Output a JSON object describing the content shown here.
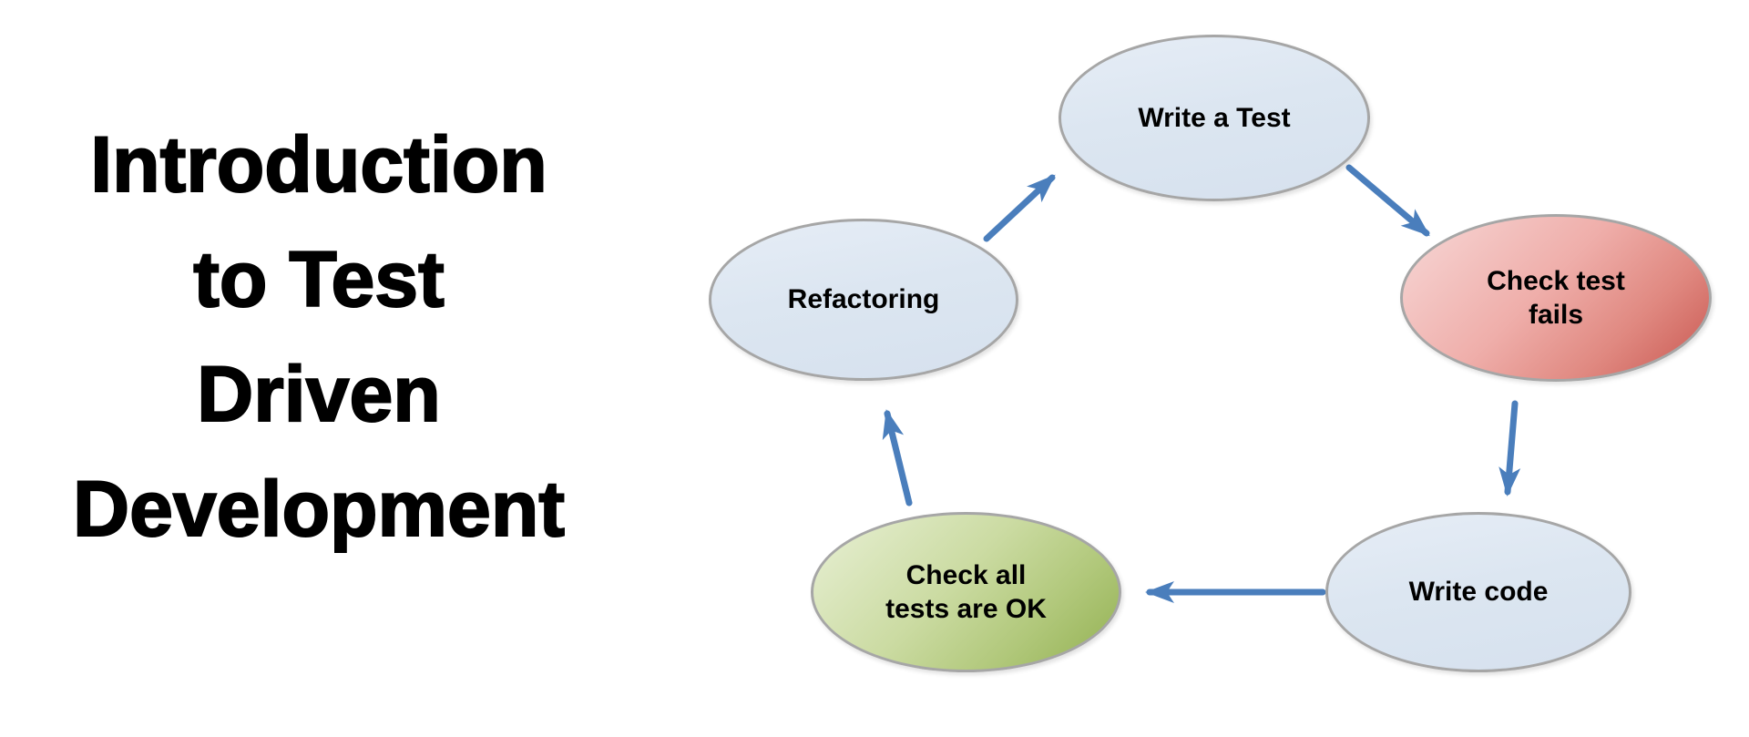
{
  "background": "#ffffff",
  "title": {
    "text": "Introduction to Test Driven Development",
    "lines": [
      "Introduction",
      "to Test",
      "Driven",
      "Development"
    ],
    "color": "#000000"
  },
  "diagram": {
    "type": "cycle",
    "nodes": [
      {
        "id": "write-a-test",
        "label": "Write a Test",
        "lines": [
          "Write a Test"
        ],
        "theme": "blue"
      },
      {
        "id": "check-test-fails",
        "label": "Check test fails",
        "lines": [
          "Check test",
          "fails"
        ],
        "theme": "red"
      },
      {
        "id": "write-code",
        "label": "Write code",
        "lines": [
          "Write code"
        ],
        "theme": "blue"
      },
      {
        "id": "check-all-tests-ok",
        "label": "Check all tests are OK",
        "lines": [
          "Check all",
          "tests are OK"
        ],
        "theme": "green"
      },
      {
        "id": "refactoring",
        "label": "Refactoring",
        "lines": [
          "Refactoring"
        ],
        "theme": "blue"
      }
    ],
    "edges": [
      {
        "from": "write-a-test",
        "to": "check-test-fails"
      },
      {
        "from": "check-test-fails",
        "to": "write-code"
      },
      {
        "from": "write-code",
        "to": "check-all-tests-ok"
      },
      {
        "from": "check-all-tests-ok",
        "to": "refactoring"
      },
      {
        "from": "refactoring",
        "to": "write-a-test"
      }
    ],
    "colors": {
      "node_blue_fill": "#dce6f1",
      "node_red_light": "#f7d8d7",
      "node_red_dark": "#c8564f",
      "node_green_light": "#e8f0d5",
      "node_green_dark": "#92b050",
      "node_border": "#a6a6a6",
      "arrow": "#4a7ebc",
      "title_text": "#000000"
    }
  }
}
